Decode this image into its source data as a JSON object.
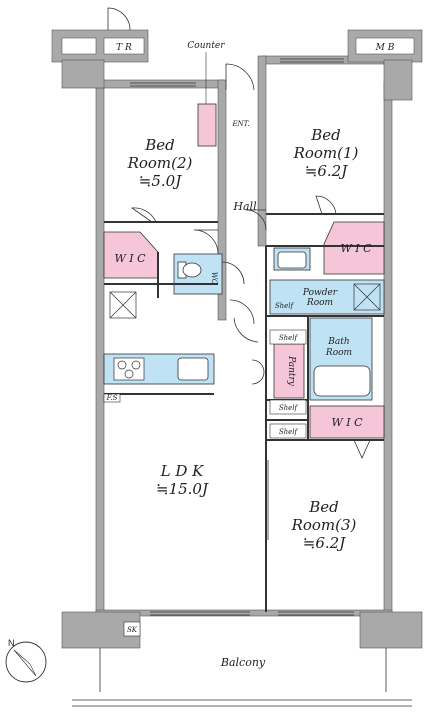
{
  "labels": {
    "tr": "T R",
    "mb": "M B",
    "counter": "Counter",
    "ent": "ENT.",
    "bed2_l1": "Bed",
    "bed2_l2": "Room(2)",
    "bed2_l3": "≒5.0J",
    "bed1_l1": "Bed",
    "bed1_l2": "Room(1)",
    "bed1_l3": "≒6.2J",
    "hall": "Hall",
    "wic1": "W I C",
    "wic2": "W I C",
    "wic3": "W I C",
    "wc": "WC",
    "powder_l1": "Powder",
    "powder_l2": "Room",
    "shelf_small": "Shelf",
    "shelf1": "Shelf",
    "shelf2": "Shelf",
    "shelf3": "Shelf",
    "bath_l1": "Bath",
    "bath_l2": "Room",
    "pantry": "Pantry",
    "fs": "F.S",
    "ldk_l1": "L D K",
    "ldk_l2": "≒15.0J",
    "bed3_l1": "Bed",
    "bed3_l2": "Room(3)",
    "bed3_l3": "≒6.2J",
    "sk": "SK",
    "balcony": "Balcony",
    "north": "N"
  },
  "colors": {
    "wall": "#a9a9a9",
    "wall_dark": "#777777",
    "storage": "#f5c6d8",
    "wet": "#bfe3f5",
    "line": "#333333"
  }
}
